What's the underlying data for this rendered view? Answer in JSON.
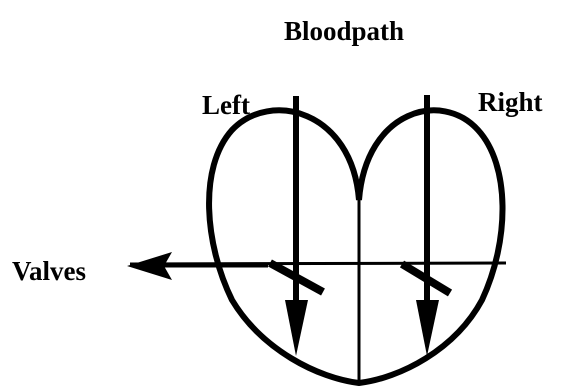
{
  "diagram": {
    "title": "Bloodpath",
    "left_label": "Left",
    "right_label": "Right",
    "valves_label": "Valves"
  },
  "colors": {
    "ink": "#000000",
    "background": "#ffffff"
  }
}
